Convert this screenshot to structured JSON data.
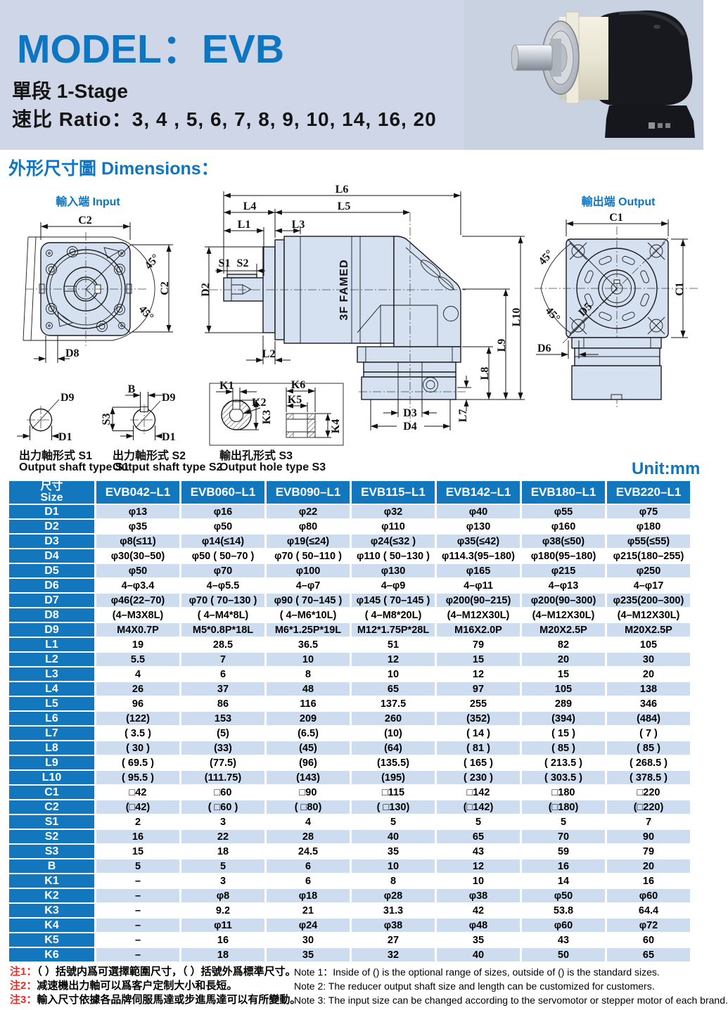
{
  "header": {
    "title": "MODEL：EVB",
    "stage": "單段 1-Stage",
    "ratio": "速比 Ratio：3, 4 , 5, 6, 7, 8, 9, 10, 14, 16, 20"
  },
  "section": {
    "dimensions_title": "外形尺寸圖 Dimensions：",
    "unit": "Unit:mm"
  },
  "drawings": {
    "input_heading": "輸入端 Input",
    "output_heading": "輸出端 Output",
    "captions": {
      "s1_cn": "出力軸形式 S1",
      "s1_en": "Output shaft type S1",
      "s2_cn": "出力軸形式 S2",
      "s2_en": "Output shaft type S2",
      "s3_cn": "輸出孔形式 S3",
      "s3_en": "Output hole type S3"
    },
    "labels": {
      "c1": "C1",
      "c2": "C2",
      "d1": "D1",
      "d2": "D2",
      "d3": "D3",
      "d4": "D4",
      "d5": "D5",
      "d6": "D6",
      "d8": "D8",
      "d9": "D9",
      "l1": "L1",
      "l2": "L2",
      "l3": "L3",
      "l4": "L4",
      "l5": "L5",
      "l6": "L6",
      "l7": "L7",
      "l8": "L8",
      "l9": "L9",
      "l10": "L10",
      "s1": "S1",
      "s2": "S2",
      "s3": "S3",
      "b": "B",
      "k1": "K1",
      "k2": "K2",
      "k3": "K3",
      "k4": "K4",
      "k5": "K5",
      "k6": "K6",
      "angle45": "45°",
      "logo": "3F FAMED"
    }
  },
  "table": {
    "size_cn": "尺寸",
    "size_en": "Size",
    "columns": [
      "EVB042–L1",
      "EVB060–L1",
      "EVB090–L1",
      "EVB115–L1",
      "EVB142–L1",
      "EVB180–L1",
      "EVB220–L1"
    ],
    "rows": [
      {
        "label": "D1",
        "values": [
          "φ13",
          "φ16",
          "φ22",
          "φ32",
          "φ40",
          "φ55",
          "φ75"
        ]
      },
      {
        "label": "D2",
        "values": [
          "φ35",
          "φ50",
          "φ80",
          "φ110",
          "φ130",
          "φ160",
          "φ180"
        ]
      },
      {
        "label": "D3",
        "values": [
          "φ8(≤11)",
          "φ14(≤14)",
          "φ19(≤24)",
          "φ24(≤32 )",
          "φ35(≤42)",
          "φ38(≤50)",
          "φ55(≤55)"
        ]
      },
      {
        "label": "D4",
        "values": [
          "φ30(30–50)",
          "φ50 ( 50–70 )",
          "φ70 ( 50–110 )",
          "φ110 ( 50–130 )",
          "φ114.3(95–180)",
          "φ180(95–180)",
          "φ215(180–255)"
        ]
      },
      {
        "label": "D5",
        "values": [
          "φ50",
          "φ70",
          "φ100",
          "φ130",
          "φ165",
          "φ215",
          "φ250"
        ]
      },
      {
        "label": "D6",
        "values": [
          "4–φ3.4",
          "4–φ5.5",
          "4–φ7",
          "4–φ9",
          "4–φ11",
          "4–φ13",
          "4–φ17"
        ]
      },
      {
        "label": "D7",
        "values": [
          "φ46(22–70)",
          "φ70 ( 70–130 )",
          "φ90 ( 70–145 )",
          "φ145 ( 70–145 )",
          "φ200(90–215)",
          "φ200(90–300)",
          "φ235(200–300)"
        ]
      },
      {
        "label": "D8",
        "values": [
          "(4–M3X8L)",
          "( 4–M4*8L)",
          "( 4–M6*10L)",
          "( 4–M8*20L)",
          "(4–M12X30L)",
          "(4–M12X30L)",
          "(4–M12X30L)"
        ]
      },
      {
        "label": "D9",
        "values": [
          "M4X0.7P",
          "M5*0.8P*18L",
          "M6*1.25P*19L",
          "M12*1.75P*28L",
          "M16X2.0P",
          "M20X2.5P",
          "M20X2.5P"
        ]
      },
      {
        "label": "L1",
        "values": [
          "19",
          "28.5",
          "36.5",
          "51",
          "79",
          "82",
          "105"
        ]
      },
      {
        "label": "L2",
        "values": [
          "5.5",
          "7",
          "10",
          "12",
          "15",
          "20",
          "30"
        ]
      },
      {
        "label": "L3",
        "values": [
          "4",
          "6",
          "8",
          "10",
          "12",
          "15",
          "20"
        ]
      },
      {
        "label": "L4",
        "values": [
          "26",
          "37",
          "48",
          "65",
          "97",
          "105",
          "138"
        ]
      },
      {
        "label": "L5",
        "values": [
          "96",
          "86",
          "116",
          "137.5",
          "255",
          "289",
          "346"
        ]
      },
      {
        "label": "L6",
        "values": [
          "(122)",
          "153",
          "209",
          "260",
          "(352)",
          "(394)",
          "(484)"
        ]
      },
      {
        "label": "L7",
        "values": [
          "( 3.5 )",
          "(5)",
          "(6.5)",
          "(10)",
          "( 14 )",
          "( 15 )",
          "( 7 )"
        ]
      },
      {
        "label": "L8",
        "values": [
          "( 30 )",
          "(33)",
          "(45)",
          "(64)",
          "( 81 )",
          "( 85 )",
          "( 85 )"
        ]
      },
      {
        "label": "L9",
        "values": [
          "( 69.5 )",
          "(77.5)",
          "(96)",
          "(135.5)",
          "( 165 )",
          "( 213.5 )",
          "( 268.5 )"
        ]
      },
      {
        "label": "L10",
        "values": [
          "( 95.5 )",
          "(111.75)",
          "(143)",
          "(195)",
          "( 230 )",
          "( 303.5 )",
          "( 378.5 )"
        ]
      },
      {
        "label": "C1",
        "values": [
          "□42",
          "□60",
          "□90",
          "□115",
          "□142",
          "□180",
          "□220"
        ]
      },
      {
        "label": "C2",
        "values": [
          "(□42)",
          "( □60 )",
          "( □80)",
          "( □130)",
          "(□142)",
          "(□180)",
          "(□220)"
        ]
      },
      {
        "label": "S1",
        "values": [
          "2",
          "3",
          "4",
          "5",
          "5",
          "5",
          "7"
        ]
      },
      {
        "label": "S2",
        "values": [
          "16",
          "22",
          "28",
          "40",
          "65",
          "70",
          "90"
        ]
      },
      {
        "label": "S3",
        "values": [
          "15",
          "18",
          "24.5",
          "35",
          "43",
          "59",
          "79"
        ]
      },
      {
        "label": "B",
        "values": [
          "5",
          "5",
          "6",
          "10",
          "12",
          "16",
          "20"
        ]
      },
      {
        "label": "K1",
        "values": [
          "–",
          "3",
          "6",
          "8",
          "10",
          "14",
          "16"
        ]
      },
      {
        "label": "K2",
        "values": [
          "–",
          "φ8",
          "φ18",
          "φ28",
          "φ38",
          "φ50",
          "φ60"
        ]
      },
      {
        "label": "K3",
        "values": [
          "–",
          "9.2",
          "21",
          "31.3",
          "42",
          "53.8",
          "64.4"
        ]
      },
      {
        "label": "K4",
        "values": [
          "–",
          "φ11",
          "φ24",
          "φ38",
          "φ48",
          "φ60",
          "φ72"
        ]
      },
      {
        "label": "K5",
        "values": [
          "–",
          "16",
          "30",
          "27",
          "35",
          "43",
          "60"
        ]
      },
      {
        "label": "K6",
        "values": [
          "–",
          "18",
          "35",
          "32",
          "40",
          "50",
          "65"
        ]
      }
    ]
  },
  "notes": {
    "cn": [
      {
        "tag": "注1：",
        "text": "（ ）括號内爲可選擇範圍尺寸，（ ）括號外爲標準尺寸。"
      },
      {
        "tag": "注2：",
        "text": "减速機出力軸可以爲客户定制大小和長短。"
      },
      {
        "tag": "注3：",
        "text": "輸入尺寸依據各品牌伺服馬達或步進馬達可以有所變動。"
      }
    ],
    "en": [
      "Note 1：Inside of () is the optional range of sizes, outside of () is the standard sizes.",
      "Note 2: The reducer output shaft size and length can be customized for customers.",
      "Note 3: The input size can be changed according to the servomotor or stepper motor of each brand."
    ]
  }
}
